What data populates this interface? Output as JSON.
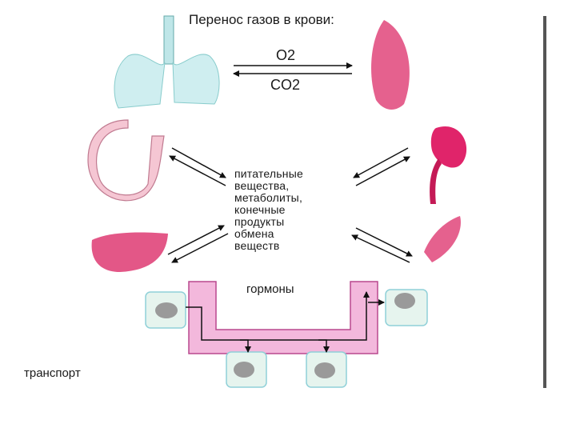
{
  "title": "Перенос газов в крови:",
  "gases": {
    "o2": "O2",
    "co2": "CO2"
  },
  "center_lines": [
    "питательные",
    "вещества,",
    "метаболиты,",
    "конечные",
    "продукты",
    "обмена",
    "веществ"
  ],
  "hormones_label": "гормоны",
  "transport_label": "транспорт",
  "colors": {
    "lung": "#cfeef0",
    "organ_pink": "#e0457a",
    "intestine": "#f5c6d3",
    "band": "#f3b8dc",
    "cell": "#e6f4ee",
    "nucleus": "#9a9a9a",
    "watermark_black": "#000000",
    "watermark_purple": "#a06ec8"
  }
}
